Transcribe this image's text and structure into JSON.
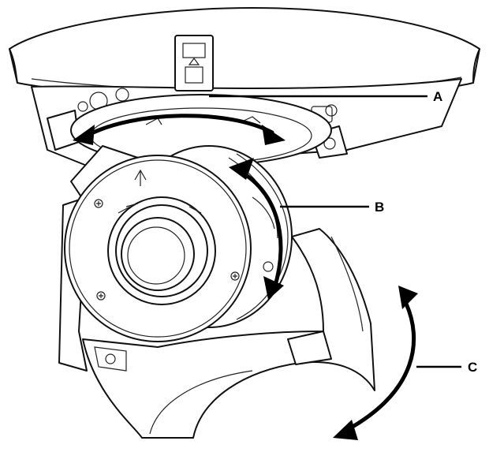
{
  "callouts": {
    "a": {
      "label": "A"
    },
    "b": {
      "label": "B"
    },
    "c": {
      "label": "C"
    }
  },
  "colors": {
    "line": "#111111",
    "arrow": "#000000",
    "background": "#ffffff"
  },
  "icons": {
    "up_arrow_mark": "up-arrow-icon",
    "screw": "screw-icon"
  }
}
